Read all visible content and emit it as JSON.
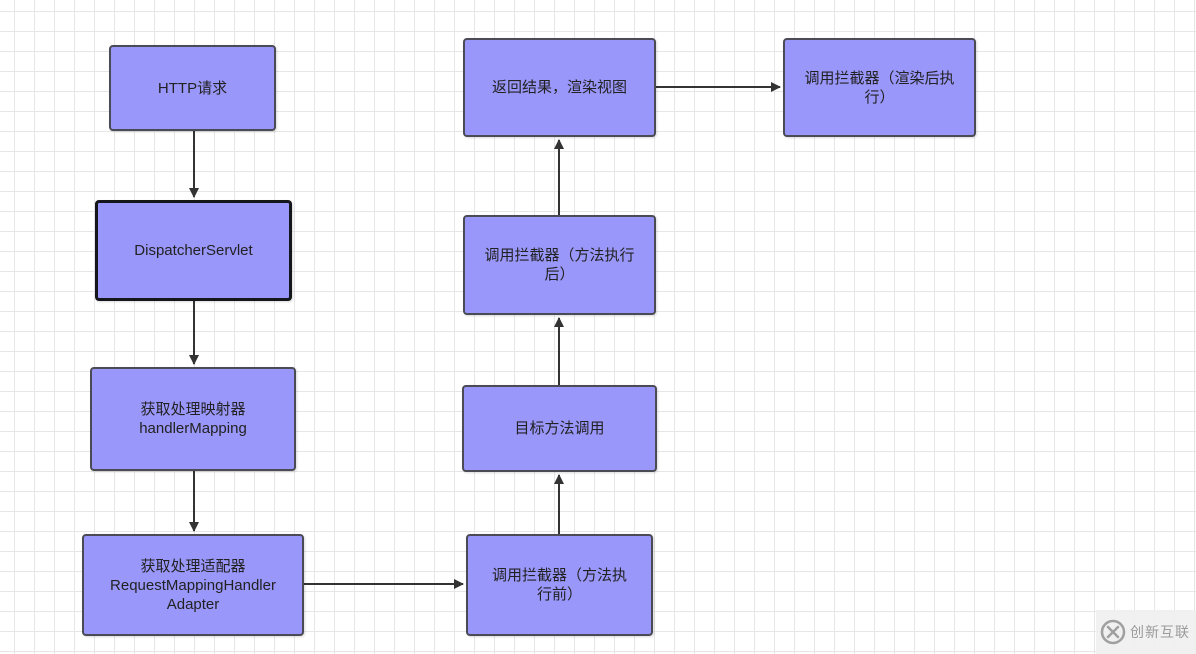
{
  "nodes": {
    "http_request": "HTTP请求",
    "dispatcher_servlet": "DispatcherServlet",
    "get_handler_mapping": "获取处理映射器\nhandlerMapping",
    "get_handler_adapter": "获取处理适配器\nRequestMappingHandler\nAdapter",
    "interceptor_pre": "调用拦截器（方法执\n行前）",
    "invoke_target": "目标方法调用",
    "interceptor_post": "调用拦截器（方法执行\n后）",
    "render_view": "返回结果，渲染视图",
    "interceptor_after": "调用拦截器（渲染后执\n行）"
  },
  "watermark": {
    "text": "创新互联",
    "icon": "brand-logo-icon"
  },
  "colors": {
    "node_fill": "#9a97fb",
    "node_border": "#4b4b55",
    "edge": "#333333"
  }
}
